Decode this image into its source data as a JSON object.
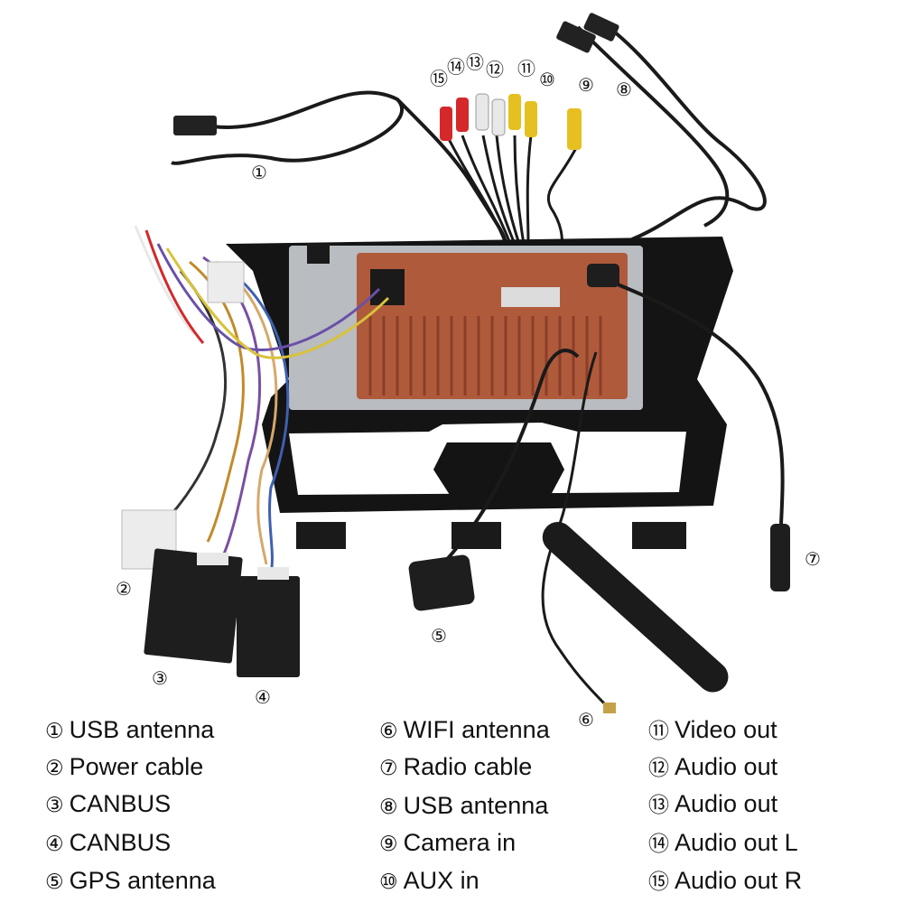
{
  "image_alt": "Car radio head unit rear view with labeled cable connections",
  "callouts": [
    {
      "id": "1",
      "text": "①"
    },
    {
      "id": "2",
      "text": "②"
    },
    {
      "id": "3",
      "text": "③"
    },
    {
      "id": "4",
      "text": "④"
    },
    {
      "id": "5",
      "text": "⑤"
    },
    {
      "id": "6",
      "text": "⑥"
    },
    {
      "id": "7",
      "text": "⑦"
    },
    {
      "id": "8",
      "text": "⑧"
    },
    {
      "id": "9",
      "text": "⑨"
    },
    {
      "id": "10",
      "text": "⑩"
    },
    {
      "id": "11",
      "text": "⑪"
    },
    {
      "id": "12",
      "text": "⑫"
    },
    {
      "id": "13",
      "text": "⑬"
    },
    {
      "id": "14",
      "text": "⑭"
    },
    {
      "id": "15",
      "text": "⑮"
    }
  ],
  "legend": [
    {
      "num": "①",
      "label": "USB antenna"
    },
    {
      "num": "②",
      "label": "Power cable"
    },
    {
      "num": "③",
      "label": "CANBUS"
    },
    {
      "num": "④",
      "label": "CANBUS"
    },
    {
      "num": "⑤",
      "label": "GPS antenna"
    },
    {
      "num": "⑥",
      "label": "WIFI antenna"
    },
    {
      "num": "⑦",
      "label": "Radio cable"
    },
    {
      "num": "⑧",
      "label": "USB antenna"
    },
    {
      "num": "⑨",
      "label": "Camera in"
    },
    {
      "num": "⑩",
      "label": "AUX in"
    },
    {
      "num": "⑪",
      "label": "Video out"
    },
    {
      "num": "⑫",
      "label": "Audio out"
    },
    {
      "num": "⑬",
      "label": "Audio out"
    },
    {
      "num": "⑭",
      "label": "Audio out L"
    },
    {
      "num": "⑮",
      "label": "Audio out R"
    }
  ],
  "colors": {
    "frame": "#141414",
    "heatsink": "#b05a3c",
    "metal": "#b9bcc0",
    "cable": "#1a1a1a",
    "rca_red": "#d4282a",
    "rca_yellow": "#e6c020",
    "rca_white": "#e8e8e8"
  }
}
